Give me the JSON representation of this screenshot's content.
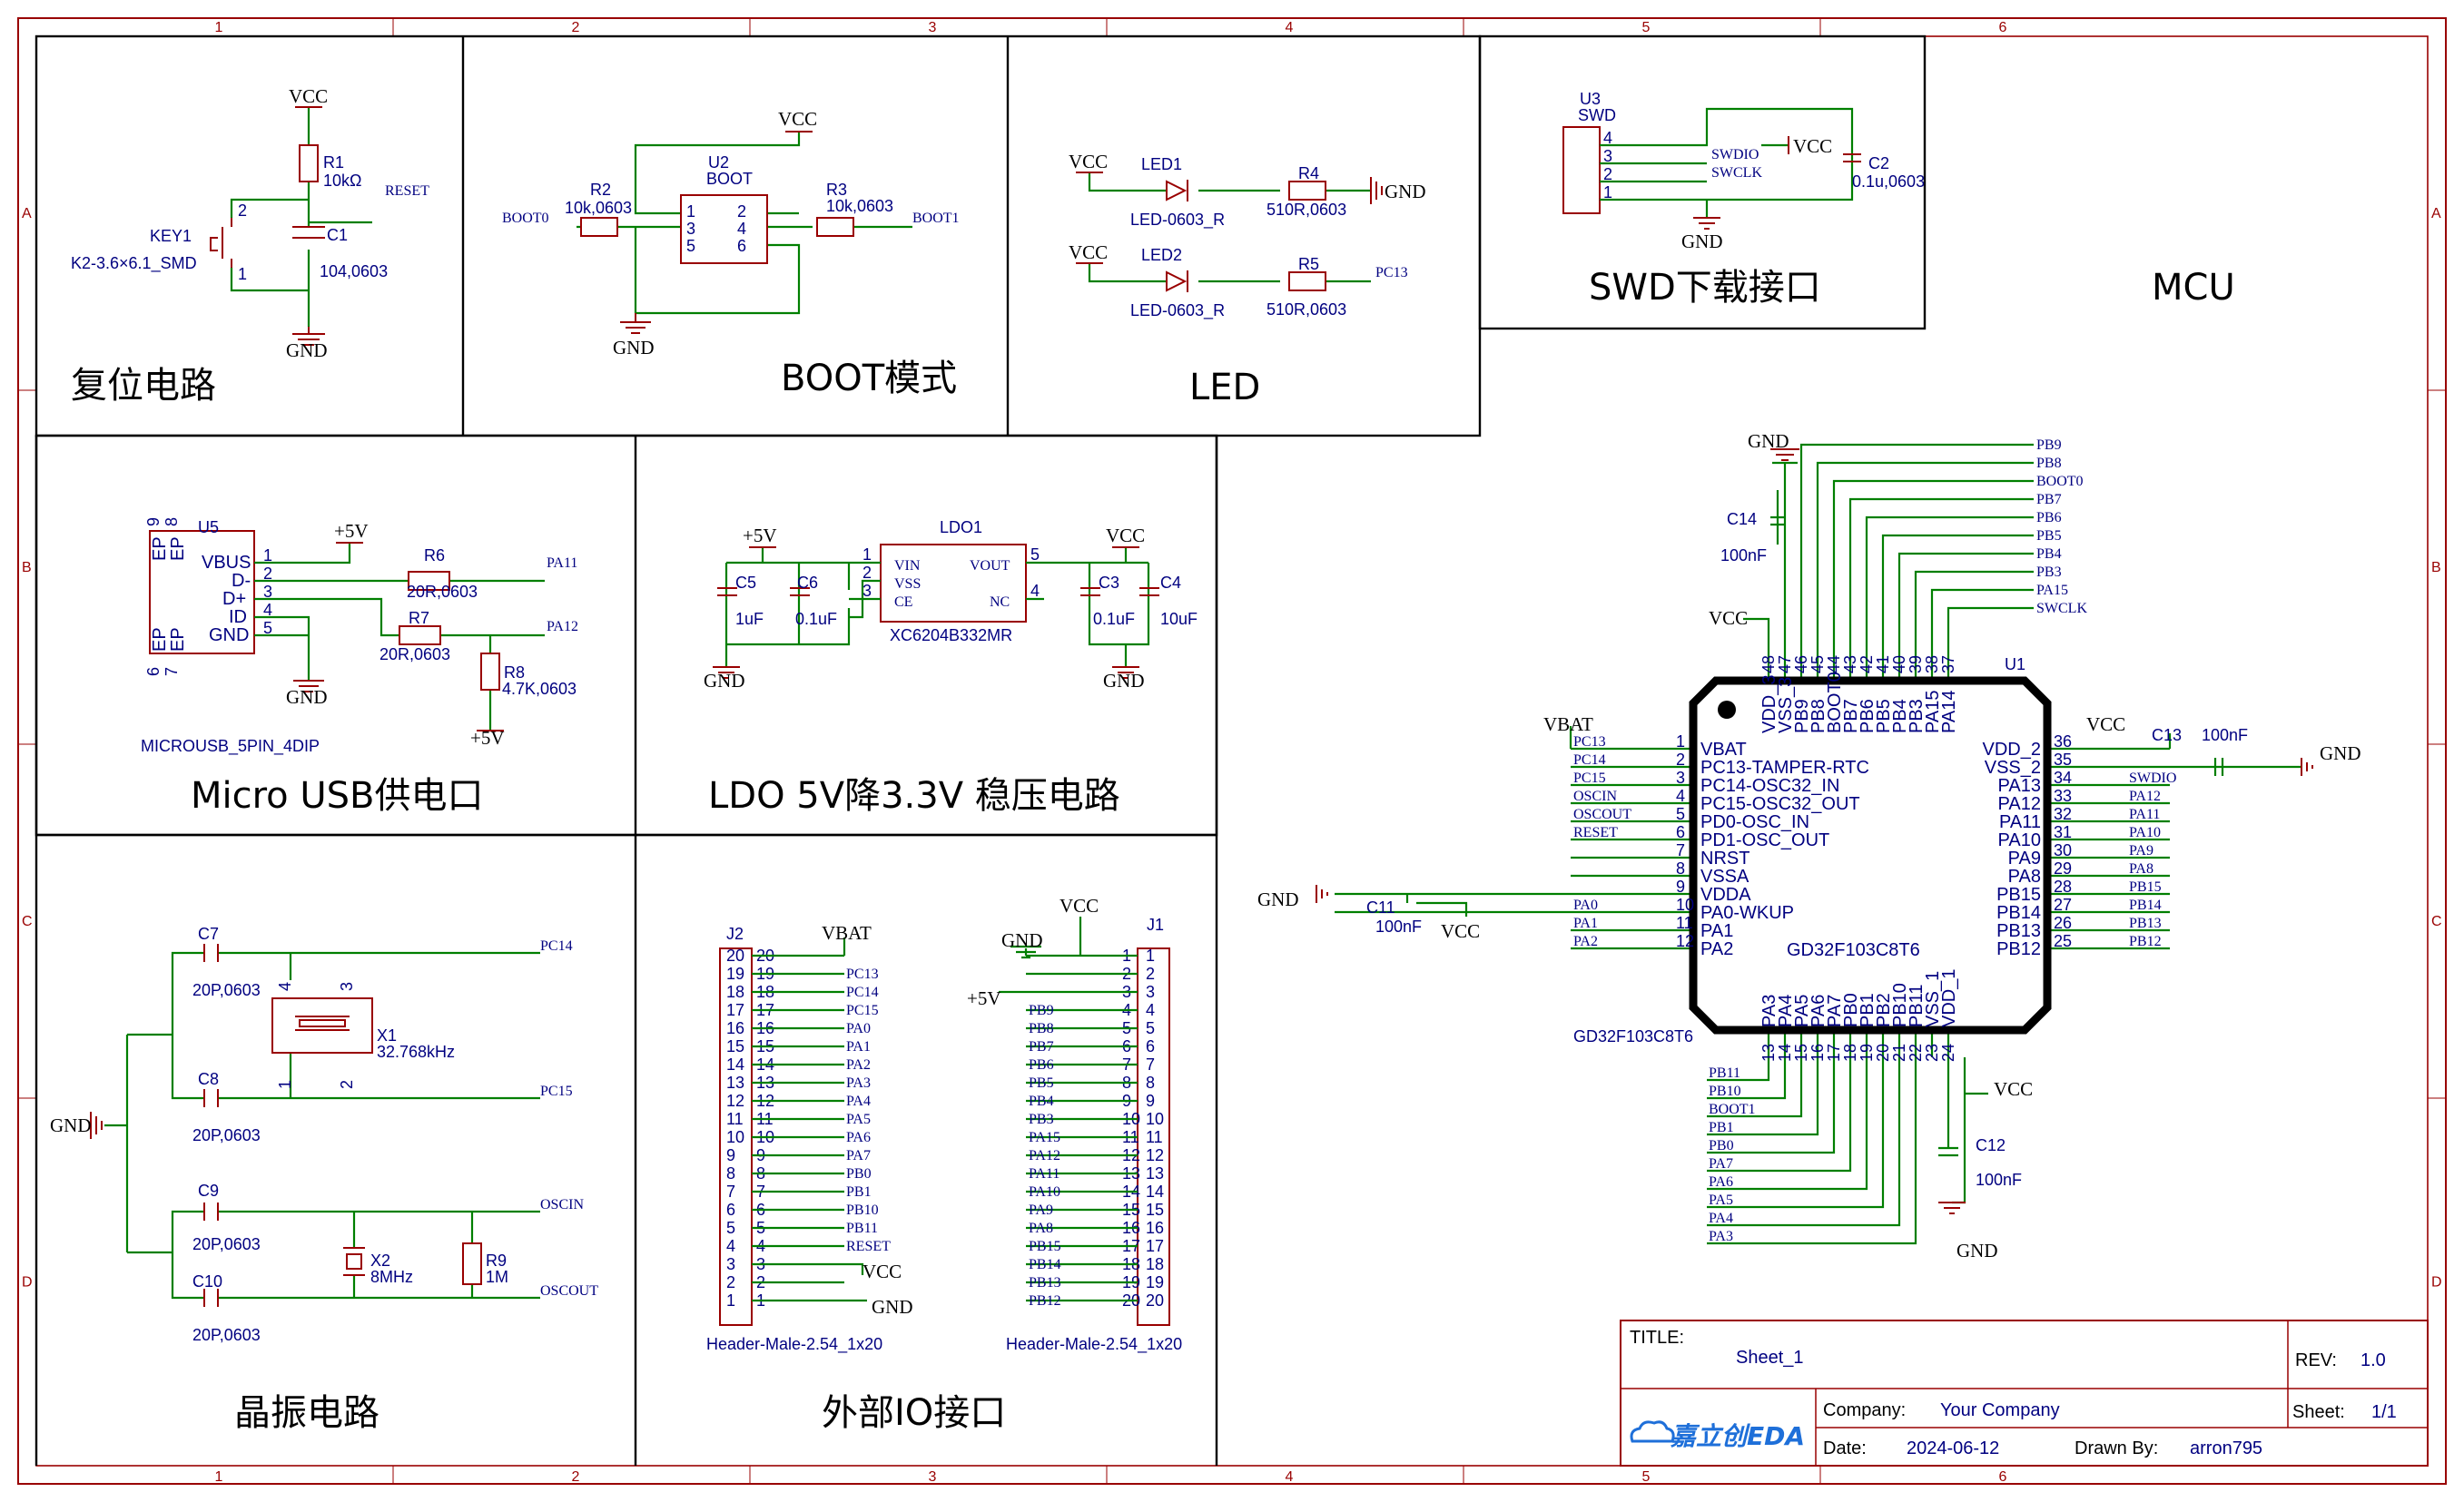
{
  "sheet": {
    "col_labels": [
      "1",
      "2",
      "3",
      "4",
      "5",
      "6"
    ],
    "row_labels": [
      "A",
      "B",
      "C",
      "D"
    ]
  },
  "sections": {
    "reset": "复位电路",
    "boot": "BOOT模式",
    "led": "LED",
    "swd": "SWD下载接口",
    "mcu": "MCU",
    "usb": "Micro USB供电口",
    "ldo": "LDO 5V降3.3V 稳压电路",
    "crystal": "晶振电路",
    "io": "外部IO接口"
  },
  "reset_circuit": {
    "vcc": "VCC",
    "gnd": "GND",
    "r1_ref": "R1",
    "r1_val": "10kΩ",
    "c1_ref": "C1",
    "c1_val": "104,0603",
    "net_reset": "RESET",
    "key_ref": "KEY1",
    "key_val": "K2-3.6×6.1_SMD",
    "pin_2": "2",
    "pin_1": "1"
  },
  "boot_circuit": {
    "vcc": "VCC",
    "gnd": "GND",
    "r2_ref": "R2",
    "r2_val": "10k,0603",
    "r3_ref": "R3",
    "r3_val": "10k,0603",
    "u2_ref": "U2",
    "u2_val": "BOOT",
    "net_boot0": "BOOT0",
    "net_boot1": "BOOT1",
    "pins": [
      "1",
      "2",
      "3",
      "4",
      "5",
      "6"
    ]
  },
  "led_circuit": {
    "vcc1": "VCC",
    "vcc2": "VCC",
    "gnd": "GND",
    "led1_ref": "LED1",
    "led1_val": "LED-0603_R",
    "led2_ref": "LED2",
    "led2_val": "LED-0603_R",
    "r4_ref": "R4",
    "r4_val": "510R,0603",
    "r5_ref": "R5",
    "r5_val": "510R,0603",
    "net_pc13": "PC13"
  },
  "swd_circuit": {
    "u3_ref": "U3",
    "u3_val": "SWD",
    "pins": [
      "4",
      "3",
      "2",
      "1"
    ],
    "net_swdio": "SWDIO",
    "net_swclk": "SWCLK",
    "vcc": "VCC",
    "gnd": "GND",
    "c2_ref": "C2",
    "c2_val": "0.1u,0603"
  },
  "usb_circuit": {
    "u5_ref": "U5",
    "u5_val": "MICROUSB_5PIN_4DIP",
    "pins_left": [
      "VBUS",
      "D-",
      "D+",
      "ID",
      "GND"
    ],
    "pin_nums": [
      "1",
      "2",
      "3",
      "4",
      "5"
    ],
    "ep_top": [
      "EP",
      "EP"
    ],
    "ep_top_nums": [
      "9",
      "8"
    ],
    "ep_bot": [
      "EP",
      "EP"
    ],
    "ep_bot_nums": [
      "6",
      "7"
    ],
    "plus5v": "+5V",
    "plus5v_b": "+5V",
    "gnd": "GND",
    "r6_ref": "R6",
    "r6_val": "20R,0603",
    "r7_ref": "R7",
    "r7_val": "20R,0603",
    "r8_ref": "R8",
    "r8_val": "4.7K,0603",
    "net_pa11": "PA11",
    "net_pa12": "PA12"
  },
  "ldo_circuit": {
    "ldo_ref": "LDO1",
    "ldo_val": "XC6204B332MR",
    "pins": [
      "VIN",
      "VSS",
      "CE",
      "VOUT",
      "NC"
    ],
    "pin_nums": [
      "1",
      "2",
      "3",
      "5",
      "4"
    ],
    "plus5v": "+5V",
    "vcc": "VCC",
    "gnd1": "GND",
    "gnd2": "GND",
    "c5_ref": "C5",
    "c5_val": "1uF",
    "c6_ref": "C6",
    "c6_val": "0.1uF",
    "c3_ref": "C3",
    "c3_val": "0.1uF",
    "c4_ref": "C4",
    "c4_val": "10uF"
  },
  "crystal_circuit": {
    "gnd": "GND",
    "c7_ref": "C7",
    "c7_val": "20P,0603",
    "c8_ref": "C8",
    "c8_val": "20P,0603",
    "c9_ref": "C9",
    "c9_val": "20P,0603",
    "c10_ref": "C10",
    "c10_val": "20P,0603",
    "x1_ref": "X1",
    "x1_val": "32.768kHz",
    "x2_ref": "X2",
    "x2_val": "8MHz",
    "r9_ref": "R9",
    "r9_val": "1M",
    "net_pc14": "PC14",
    "net_pc15": "PC15",
    "net_oscin": "OSCIN",
    "net_oscout": "OSCOUT",
    "x1_pins": [
      "4",
      "3",
      "1",
      "2"
    ]
  },
  "io_circuit": {
    "j2_ref": "J2",
    "j2_val": "Header-Male-2.54_1x20",
    "j1_ref": "J1",
    "j1_val": "Header-Male-2.54_1x20",
    "vbat": "VBAT",
    "vcc_j2": "VCC",
    "gnd_j2": "GND",
    "vcc_j1": "VCC",
    "gnd_j1": "GND",
    "plus5v_j1": "+5V",
    "j2_nets": [
      "PC13",
      "PC14",
      "PC15",
      "PA0",
      "PA1",
      "PA2",
      "PA3",
      "PA4",
      "PA5",
      "PA6",
      "PA7",
      "PB0",
      "PB1",
      "PB10",
      "PB11",
      "RESET"
    ],
    "j1_nets": [
      "PB9",
      "PB8",
      "PB7",
      "PB6",
      "PB5",
      "PB4",
      "PB3",
      "PA15",
      "PA12",
      "PA11",
      "PA10",
      "PA9",
      "PA8",
      "PB15",
      "PB14",
      "PB13",
      "PB12"
    ]
  },
  "mcu_circuit": {
    "u1_ref": "U1",
    "u1_val": "GD32F103C8T6",
    "chip_name": "GD32F103C8T6",
    "top_pins": [
      {
        "num": "48",
        "name": "VDD_3"
      },
      {
        "num": "47",
        "name": "VSS_3"
      },
      {
        "num": "46",
        "name": "PB9"
      },
      {
        "num": "45",
        "name": "PB8"
      },
      {
        "num": "44",
        "name": "BOOT0"
      },
      {
        "num": "43",
        "name": "PB7"
      },
      {
        "num": "42",
        "name": "PB6"
      },
      {
        "num": "41",
        "name": "PB5"
      },
      {
        "num": "40",
        "name": "PB4"
      },
      {
        "num": "39",
        "name": "PB3"
      },
      {
        "num": "38",
        "name": "PA15"
      },
      {
        "num": "37",
        "name": "PA14"
      }
    ],
    "top_nets": [
      "PB9",
      "PB8",
      "BOOT0",
      "PB7",
      "PB6",
      "PB5",
      "PB4",
      "PB3",
      "PA15",
      "SWCLK"
    ],
    "left_pins": [
      {
        "num": "1",
        "name": "VBAT"
      },
      {
        "num": "2",
        "name": "PC13-TAMPER-RTC"
      },
      {
        "num": "3",
        "name": "PC14-OSC32_IN"
      },
      {
        "num": "4",
        "name": "PC15-OSC32_OUT"
      },
      {
        "num": "5",
        "name": "PD0-OSC_IN"
      },
      {
        "num": "6",
        "name": "PD1-OSC_OUT"
      },
      {
        "num": "7",
        "name": "NRST"
      },
      {
        "num": "8",
        "name": "VSSA"
      },
      {
        "num": "9",
        "name": "VDDA"
      },
      {
        "num": "10",
        "name": "PA0-WKUP"
      },
      {
        "num": "11",
        "name": "PA1"
      },
      {
        "num": "12",
        "name": "PA2"
      }
    ],
    "left_nets": [
      "PC13",
      "PC14",
      "PC15",
      "OSCIN",
      "OSCOUT",
      "RESET",
      "",
      "",
      "",
      "PA0",
      "PA1",
      "PA2"
    ],
    "right_pins": [
      {
        "num": "36",
        "name": "VDD_2"
      },
      {
        "num": "35",
        "name": "VSS_2"
      },
      {
        "num": "34",
        "name": "PA13"
      },
      {
        "num": "33",
        "name": "PA12"
      },
      {
        "num": "32",
        "name": "PA11"
      },
      {
        "num": "31",
        "name": "PA10"
      },
      {
        "num": "30",
        "name": "PA9"
      },
      {
        "num": "29",
        "name": "PA8"
      },
      {
        "num": "28",
        "name": "PB15"
      },
      {
        "num": "27",
        "name": "PB14"
      },
      {
        "num": "26",
        "name": "PB13"
      },
      {
        "num": "25",
        "name": "PB12"
      }
    ],
    "right_nets": [
      "",
      "",
      "SWDIO",
      "PA12",
      "PA11",
      "PA10",
      "PA9",
      "PA8",
      "PB15",
      "PB14",
      "PB13",
      "PB12"
    ],
    "bottom_pins": [
      {
        "num": "13",
        "name": "PA3"
      },
      {
        "num": "14",
        "name": "PA4"
      },
      {
        "num": "15",
        "name": "PA5"
      },
      {
        "num": "16",
        "name": "PA6"
      },
      {
        "num": "17",
        "name": "PA7"
      },
      {
        "num": "18",
        "name": "PB0"
      },
      {
        "num": "19",
        "name": "PB1"
      },
      {
        "num": "20",
        "name": "PB2"
      },
      {
        "num": "21",
        "name": "PB10"
      },
      {
        "num": "22",
        "name": "PB11"
      },
      {
        "num": "23",
        "name": "VSS_1"
      },
      {
        "num": "24",
        "name": "VDD_1"
      }
    ],
    "bottom_nets": [
      "PA3",
      "PA4",
      "PA5",
      "PA6",
      "PA7",
      "PB0",
      "PB1",
      "BOOT1",
      "PB10",
      "PB11"
    ],
    "vbat": "VBAT",
    "gnd_top": "GND",
    "vcc_top": "VCC",
    "c14_ref": "C14",
    "c14_val": "100nF",
    "c13_ref": "C13",
    "c13_val": "100nF",
    "vcc_right": "VCC",
    "gnd_right": "GND",
    "c11_ref": "C11",
    "c11_val": "100nF",
    "gnd_left": "GND",
    "vcc_left": "VCC",
    "c12_ref": "C12",
    "c12_val": "100nF",
    "vcc_bottom": "VCC",
    "gnd_bottom": "GND"
  },
  "title_block": {
    "title_label": "TITLE:",
    "title_value": "Sheet_1",
    "rev_label": "REV:",
    "rev_value": "1.0",
    "company_label": "Company:",
    "company_value": "Your Company",
    "sheet_label": "Sheet:",
    "sheet_value": "1/1",
    "date_label": "Date:",
    "date_value": "2024-06-12",
    "drawn_label": "Drawn By:",
    "drawn_value": "arron795",
    "logo_text": "嘉立创EDA"
  },
  "colors": {
    "frame": "#990000",
    "wire": "#007f00",
    "text": "#000080",
    "logo": "#1e6fd9"
  }
}
